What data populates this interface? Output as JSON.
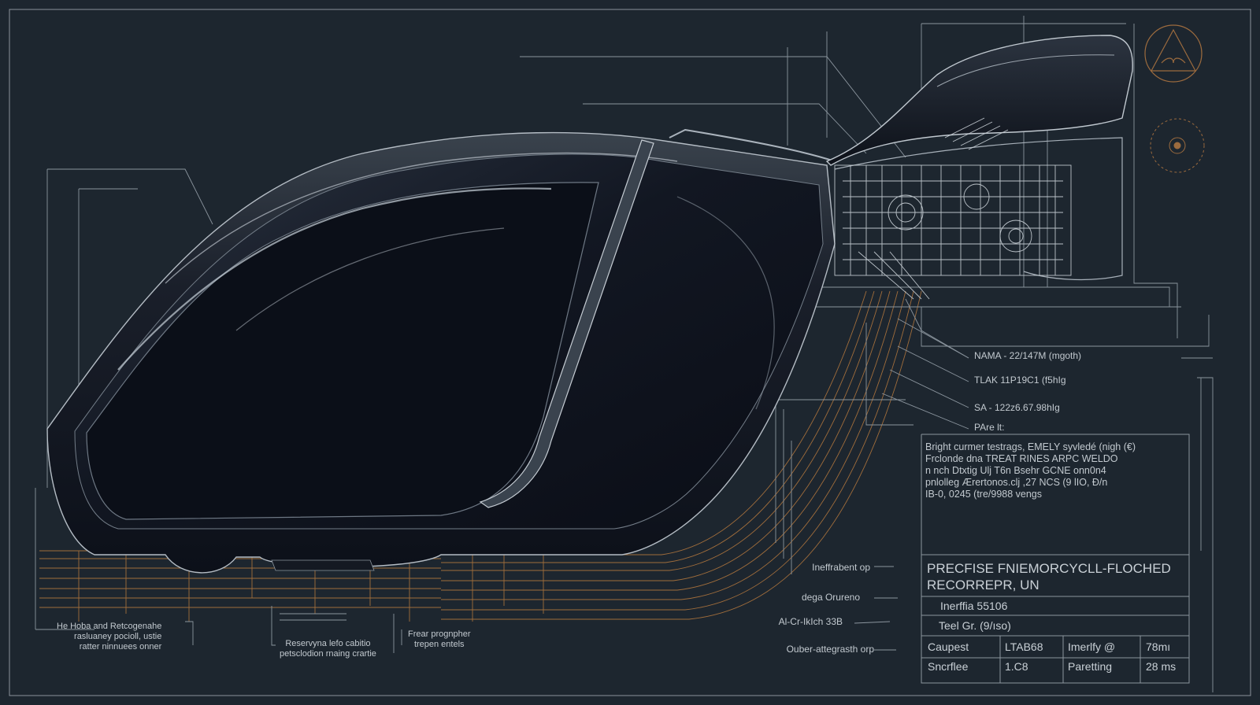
{
  "callouts": {
    "nama": "NAMA - 22/147M (mgoth)",
    "tlak": "TLAK 11P19C1 (f5hIg",
    "sa": "SA - 122z6.67.98hIg",
    "parelt": "PAre lt:"
  },
  "spec_block": [
    "Bright curmer testrags, EMELY syvledé (nigh (€)",
    "Frclonde dna TREAT RINES ARPC WELDO",
    "n nch Dtxtig Ulj  T6n Bsehr GCNE  onn0n4",
    "pnlolleg Ærertonos.clj ,27 NCS (9 lIO, Ð/n",
    "IB-0, 0245 (tre/9988 vengs"
  ],
  "side_labels": {
    "inefftabent": "Ineffrabent op",
    "dega": "dega Orureno",
    "alcrlikh": "Al-Cr-IkIch 33B",
    "ouber": "Ouber-attegrasth orp"
  },
  "bottom_annotations": {
    "left": [
      "He Hoba and Retcogenahe",
      "rasluaney pocioll, ustie",
      "ratter ninnuees onner"
    ],
    "mid": [
      "Reservyna lefo cabitio",
      "petsclodion rnaing crartie"
    ],
    "right": [
      "Frear prognpher",
      "trepen entels"
    ]
  },
  "title_block": {
    "title_line1": "PRECFISE FNIEMORCYCLL-FLOCHED",
    "title_line2": "RECORREPR, UN",
    "row1": "Inerffia 55106",
    "row2": "Teel Gr. (9/ıso)",
    "table": [
      [
        "Caupest",
        "LTAB68",
        "Imerlfy @",
        "78mı"
      ],
      [
        "Sncrflee",
        "1.C8",
        "Paretting",
        "28 ms"
      ]
    ]
  },
  "colors": {
    "background": "#1d262f",
    "line": "#9aa4ad",
    "accent_orange": "#b87a3e",
    "seal": "#9c6b3e"
  },
  "icons": [
    "triangle-logo-icon",
    "circular-seal-icon"
  ]
}
